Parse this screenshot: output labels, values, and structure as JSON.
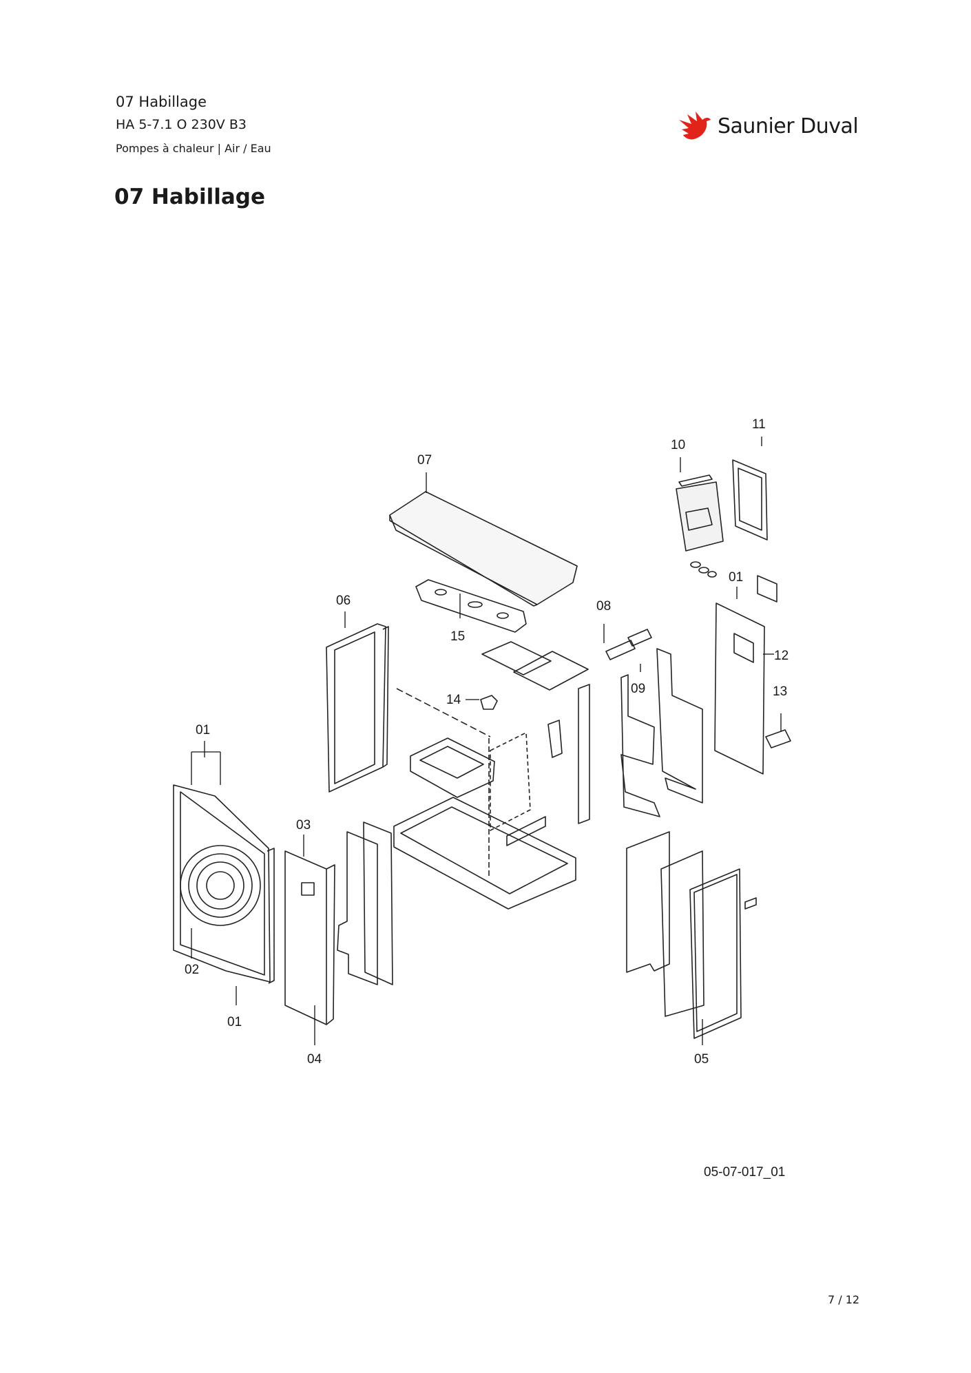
{
  "header": {
    "title": "07 Habillage",
    "model": "HA 5-7.1 O 230V B3",
    "category": "Pompes à chaleur | Air / Eau"
  },
  "logo": {
    "text": "Saunier Duval",
    "color": "#e2231a"
  },
  "page_heading": "07 Habillage",
  "diagram": {
    "callouts": [
      "01",
      "02",
      "03",
      "04",
      "05",
      "06",
      "07",
      "08",
      "09",
      "10",
      "11",
      "12",
      "13",
      "14",
      "15"
    ],
    "label_01a": "01",
    "label_01b": "01",
    "label_01c": "01",
    "label_02": "02",
    "label_03": "03",
    "label_04": "04",
    "label_05": "05",
    "label_06": "06",
    "label_07": "07",
    "label_08": "08",
    "label_09": "09",
    "label_10": "10",
    "label_11": "11",
    "label_12": "12",
    "label_13": "13",
    "label_14": "14",
    "label_15": "15"
  },
  "reference_code": "05-07-017_01",
  "footer": {
    "page": "7 / 12"
  }
}
